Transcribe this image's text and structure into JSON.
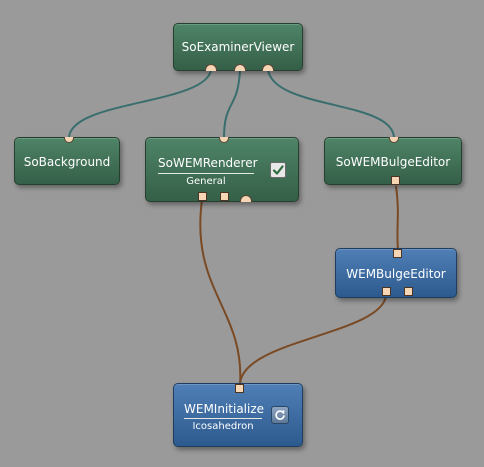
{
  "nodes": {
    "examiner_viewer": {
      "title": "SoExaminerViewer"
    },
    "background": {
      "title": "SoBackground"
    },
    "wem_renderer": {
      "title": "SoWEMRenderer",
      "subtitle": "General",
      "checkbox_checked": true
    },
    "bulge_editor_inv": {
      "title": "SoWEMBulgeEditor"
    },
    "bulge_editor_ml": {
      "title": "WEMBulgeEditor"
    },
    "wem_initialize": {
      "title": "WEMInitialize",
      "subtitle": "Icosahedron"
    }
  },
  "colors": {
    "background": "#9a9a9a",
    "inventor_node": "#41715a",
    "ml_node": "#3d6ca2",
    "inventor_connection": "#3a6e6e",
    "ml_connection": "#7a4a24",
    "port_fill": "#f6d6b4"
  },
  "icons": {
    "checkbox": "checkmark-icon",
    "refresh": "refresh-icon"
  }
}
